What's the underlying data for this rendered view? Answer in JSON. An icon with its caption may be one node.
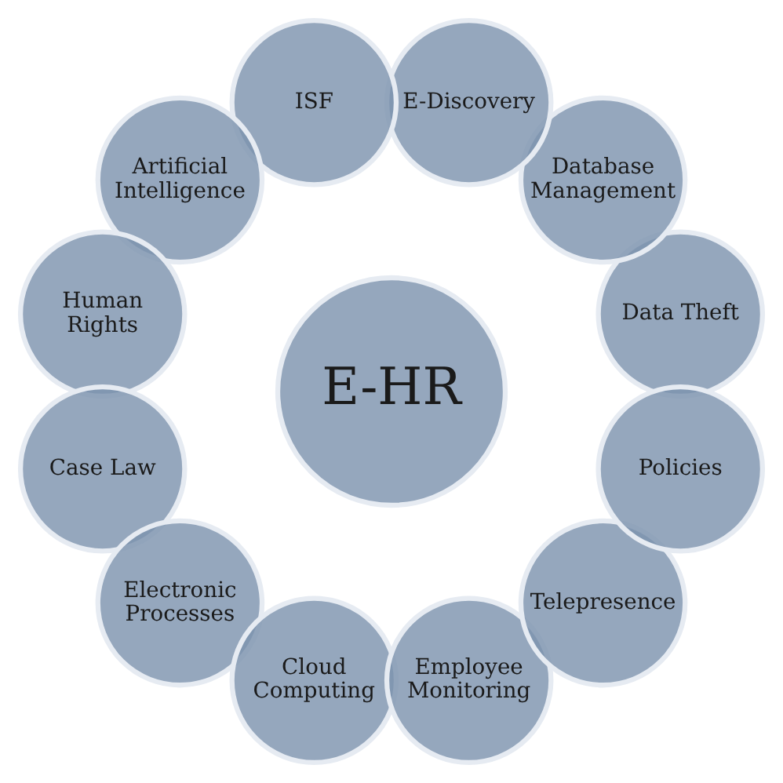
{
  "diagram": {
    "nodes": [
      {
        "text": [
          "E-HR"
        ]
      },
      {
        "text": [
          "Data Theft"
        ]
      },
      {
        "text": [
          "Database Management"
        ]
      },
      {
        "text": [
          "E-Discovery"
        ]
      },
      {
        "text": [
          "ISF"
        ]
      },
      {
        "text": [
          "Artificial Intelligence"
        ]
      },
      {
        "text": [
          "Human Rights"
        ]
      },
      {
        "text": [
          "Case Law"
        ]
      },
      {
        "text": [
          "Electronic Processes"
        ]
      },
      {
        "text": [
          "Cloud Computing"
        ]
      },
      {
        "text": [
          "Employee Monitoring"
        ]
      },
      {
        "text": [
          "Telepresence"
        ]
      },
      {
        "text": [
          "Policies"
        ]
      }
    ],
    "edges": []
  }
}
